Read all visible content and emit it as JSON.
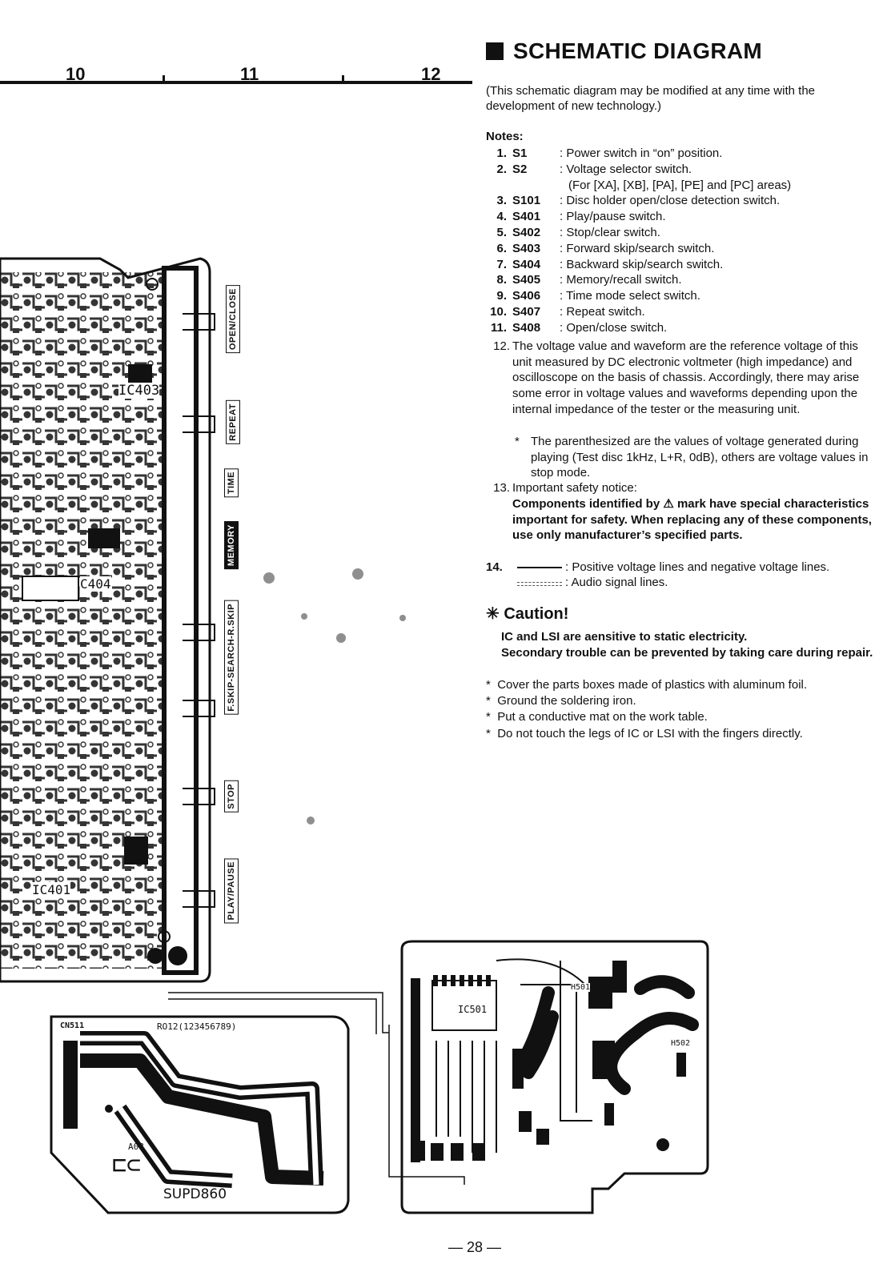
{
  "ruler": {
    "labels": [
      "10",
      "11",
      "12"
    ]
  },
  "title": "SCHEMATIC DIAGRAM",
  "intro": "(This schematic diagram may be modified at any time with the development of new technology.)",
  "notes_title": "Notes:",
  "notes": [
    {
      "num": "1.",
      "key": "S1",
      "desc": ": Power switch in “on” position."
    },
    {
      "num": "2.",
      "key": "S2",
      "desc": ": Voltage selector switch."
    },
    {
      "num": "",
      "key": "",
      "desc": "(For [XA], [XB], [PA], [PE] and [PC] areas)"
    },
    {
      "num": "3.",
      "key": "S101",
      "desc": ": Disc holder open/close detection switch."
    },
    {
      "num": "4.",
      "key": "S401",
      "desc": ": Play/pause switch."
    },
    {
      "num": "5.",
      "key": "S402",
      "desc": ": Stop/clear switch."
    },
    {
      "num": "6.",
      "key": "S403",
      "desc": ": Forward skip/search switch."
    },
    {
      "num": "7.",
      "key": "S404",
      "desc": ": Backward skip/search switch."
    },
    {
      "num": "8.",
      "key": "S405",
      "desc": ": Memory/recall switch."
    },
    {
      "num": "9.",
      "key": "S406",
      "desc": ": Time mode select switch."
    },
    {
      "num": "10.",
      "key": "S407",
      "desc": ": Repeat switch."
    },
    {
      "num": "11.",
      "key": "S408",
      "desc": ": Open/close switch."
    }
  ],
  "note12": {
    "num": "12.",
    "text": "The voltage value and waveform are the reference voltage of this unit measured by DC electronic voltmeter (high impedance) and oscilloscope on the basis of chassis. Accordingly, there may arise some error in voltage values and waveforms depending upon the internal impedance of the tester or the measuring unit.",
    "star": "*",
    "sub": "The parenthesized are the values of voltage generated during playing (Test disc 1kHz, L+R, 0dB), others are voltage values in stop mode."
  },
  "note13": {
    "num": "13.",
    "heading": "Important safety notice:",
    "text_a": "Components identified by",
    "symbol": "⚠",
    "text_b": "mark have special characteristics important for safety.  When replacing any of these components, use only manufacturer’s specified parts."
  },
  "note14": {
    "num": "14.",
    "line1": ": Positive voltage lines and negative voltage lines.",
    "line2": ": Audio signal lines."
  },
  "caution": {
    "title": "✳ Caution!",
    "line1": "IC and LSI are aensitive to static electricity.",
    "line2": "Secondary trouble can be prevented by taking care during repair.",
    "items": [
      "Cover the parts boxes made of plastics with aluminum foil.",
      "Ground the soldering iron.",
      "Put a conductive mat on the work table.",
      "Do not touch the legs of IC or LSI with the fingers directly."
    ]
  },
  "buttons": [
    "OPEN/CLOSE",
    "REPEAT",
    "TIME",
    "MEMORY",
    "F.SKIP-SEARCH-R.SKIP",
    "STOP",
    "PLAY/PAUSE"
  ],
  "pcb_labels": {
    "ic403": "IC403",
    "c404": "C404",
    "ic401": "IC401",
    "cn511": "CN511",
    "ro12": "RO12(123456789)",
    "a08": "A08",
    "supd860": "SUPD860",
    "ic501": "IC501",
    "h501": "H501",
    "h502": "H502"
  },
  "page_number": "— 28 —"
}
